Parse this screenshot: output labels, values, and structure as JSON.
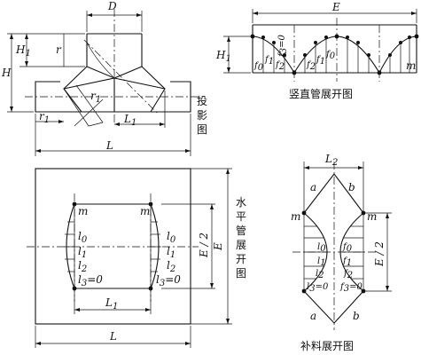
{
  "projection": {
    "D": "D",
    "H": "H",
    "H1": "H",
    "H1_sub": "1",
    "r": "r",
    "r1": "r",
    "r1_sub": "1",
    "r1b": "r",
    "r1b_sub": "1",
    "L1": "L",
    "L1_sub": "1",
    "L": "L",
    "caption": [
      "投",
      "影",
      "图"
    ]
  },
  "vertical_dev": {
    "E": "E",
    "H1": "H",
    "H1_sub": "1",
    "f0": "f",
    "f0_sub": "0",
    "f1": "f",
    "f1_sub": "1",
    "f2": "f",
    "f2_sub": "2",
    "f3": "f",
    "f3_sub": "3",
    "eq0": "=0",
    "f2b": "f",
    "f2b_sub": "2",
    "f1b": "f",
    "f1b_sub": "1",
    "f0b": "f",
    "f0b_sub": "0",
    "m": "m",
    "caption": "竖直管展开图"
  },
  "horizontal_dev": {
    "m_left": "m",
    "m_right": "m",
    "l0": "l",
    "l0_sub": "0",
    "l1": "l",
    "l1_sub": "1",
    "l2": "l",
    "l2_sub": "2",
    "l3": "l",
    "l3_sub": "3",
    "eq0": "=0",
    "r_l0": "l",
    "r_l0_sub": "0",
    "r_l1": "l",
    "r_l1_sub": "1",
    "r_l2": "l",
    "r_l2_sub": "2",
    "r_l3": "l",
    "r_l3_sub": "3",
    "r_eq0": "=0",
    "L1": "L",
    "L1_sub": "1",
    "L": "L",
    "E": "E",
    "E2": "E / 2",
    "caption": [
      "水",
      "平",
      "管",
      "展",
      "开",
      "图"
    ]
  },
  "patch_dev": {
    "L2": "L",
    "L2_sub": "2",
    "a_top": "a",
    "b_top": "b",
    "a_bottom": "a",
    "b_bottom": "b",
    "m_left": "m",
    "m_right": "m",
    "l0": "l",
    "l0_sub": "0",
    "l1": "l",
    "l1_sub": "1",
    "l2": "l",
    "l2_sub": "2",
    "l3": "l",
    "l3_sub": "3",
    "eq0": "=0",
    "f0": "f",
    "f0_sub": "0",
    "f1": "f",
    "f1_sub": "1",
    "f2": "f",
    "f2_sub": "2",
    "f3": "f",
    "f3_sub": "3",
    "f_eq0": "=0",
    "E2": "E / 2",
    "caption": "补料展开图"
  }
}
